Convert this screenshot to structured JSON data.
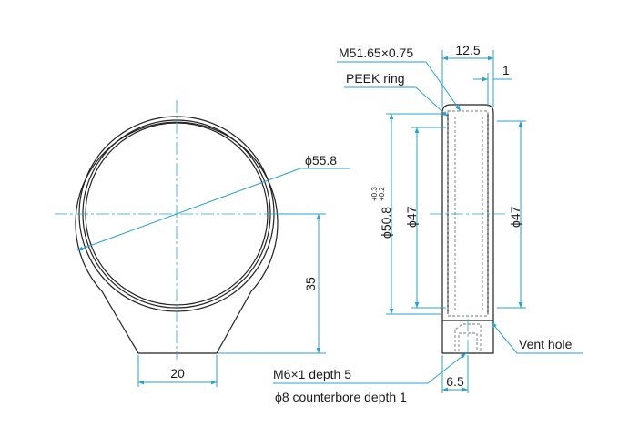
{
  "front_view": {
    "diameter_label": "ϕ55.8",
    "height_label": "35",
    "base_width_label": "20"
  },
  "side_view": {
    "thread_label": "M51.65×0.75",
    "peek_label": "PEEK ring",
    "width_label": "12.5",
    "step_label": "1",
    "bore_label": "ϕ50.8",
    "bore_tolerance_upper": "+0.3",
    "bore_tolerance_lower": "+0.2",
    "inner_left_label": "ϕ47",
    "inner_right_label": "ϕ47",
    "vent_label": "Vent hole",
    "tap_label": "M6×1 depth 5",
    "counterbore_label": "ϕ8 counterbore depth 1",
    "tap_offset_label": "6.5"
  },
  "colors": {
    "dimension": "#2aa0d0",
    "outline": "#222222"
  }
}
